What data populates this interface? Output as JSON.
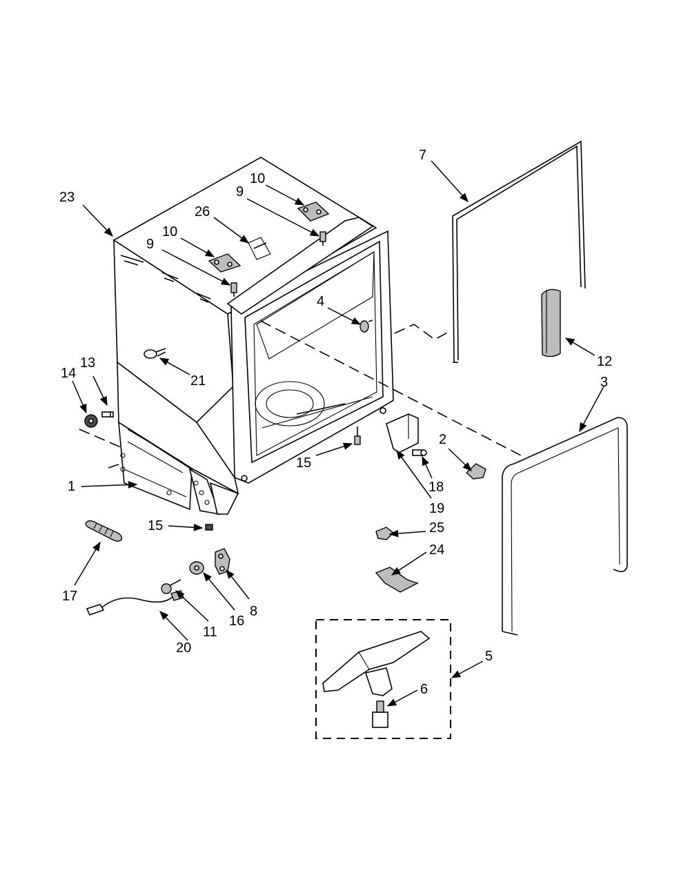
{
  "callouts": [
    {
      "id": "c1",
      "text": "1"
    },
    {
      "id": "c2",
      "text": "2"
    },
    {
      "id": "c3",
      "text": "3"
    },
    {
      "id": "c4",
      "text": "4"
    },
    {
      "id": "c5",
      "text": "5"
    },
    {
      "id": "c6",
      "text": "6"
    },
    {
      "id": "c7",
      "text": "7"
    },
    {
      "id": "c8",
      "text": "8"
    },
    {
      "id": "c9a",
      "text": "9"
    },
    {
      "id": "c9b",
      "text": "9"
    },
    {
      "id": "c10a",
      "text": "10"
    },
    {
      "id": "c10b",
      "text": "10"
    },
    {
      "id": "c11",
      "text": "11"
    },
    {
      "id": "c12",
      "text": "12"
    },
    {
      "id": "c13",
      "text": "13"
    },
    {
      "id": "c14",
      "text": "14"
    },
    {
      "id": "c15a",
      "text": "15"
    },
    {
      "id": "c15b",
      "text": "15"
    },
    {
      "id": "c16",
      "text": "16"
    },
    {
      "id": "c17",
      "text": "17"
    },
    {
      "id": "c18",
      "text": "18"
    },
    {
      "id": "c19",
      "text": "19"
    },
    {
      "id": "c20",
      "text": "20"
    },
    {
      "id": "c21",
      "text": "21"
    },
    {
      "id": "c23",
      "text": "23"
    },
    {
      "id": "c24",
      "text": "24"
    },
    {
      "id": "c25",
      "text": "25"
    },
    {
      "id": "c26",
      "text": "26"
    }
  ]
}
